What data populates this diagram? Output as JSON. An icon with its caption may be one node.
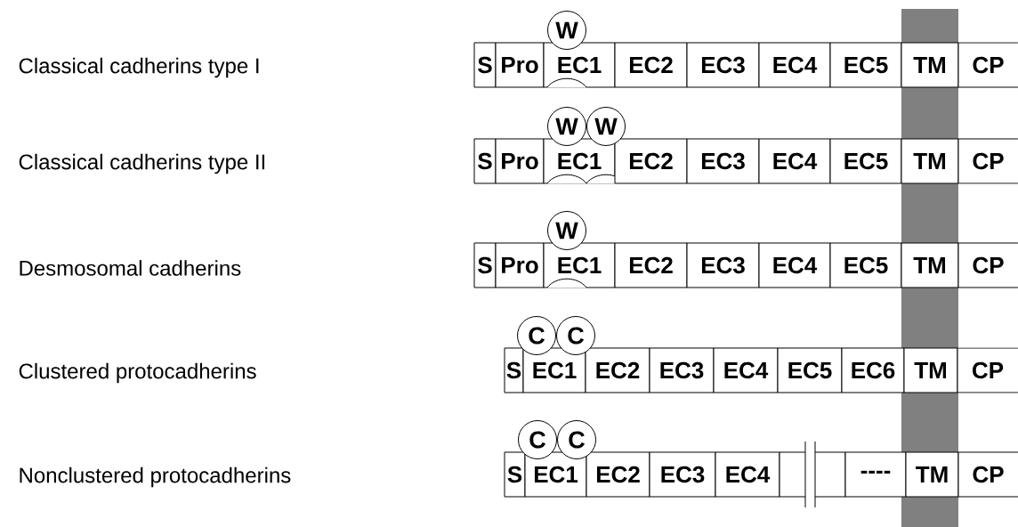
{
  "diagram": {
    "nodes": [
      {
        "text": [
          "W"
        ]
      },
      {
        "text": [
          "S"
        ]
      },
      {
        "text": [
          "Pro"
        ]
      },
      {
        "text": [
          "EC1"
        ]
      },
      {
        "text": [
          "EC2"
        ]
      },
      {
        "text": [
          "EC3"
        ]
      },
      {
        "text": [
          "EC4"
        ]
      },
      {
        "text": [
          "EC5"
        ]
      },
      {
        "text": [
          "TM"
        ]
      },
      {
        "text": [
          "CP"
        ]
      },
      {
        "text": [
          "W"
        ]
      },
      {
        "text": [
          "W"
        ]
      },
      {
        "text": [
          "S"
        ]
      },
      {
        "text": [
          "Pro"
        ]
      },
      {
        "text": [
          "EC1"
        ]
      },
      {
        "text": [
          "EC2"
        ]
      },
      {
        "text": [
          "EC3"
        ]
      },
      {
        "text": [
          "EC4"
        ]
      },
      {
        "text": [
          "EC5"
        ]
      },
      {
        "text": [
          "TM"
        ]
      },
      {
        "text": [
          "CP"
        ]
      },
      {
        "text": [
          "W"
        ]
      },
      {
        "text": [
          "S"
        ]
      },
      {
        "text": [
          "Pro"
        ]
      },
      {
        "text": [
          "EC1"
        ]
      },
      {
        "text": [
          "EC2"
        ]
      },
      {
        "text": [
          "EC3"
        ]
      },
      {
        "text": [
          "EC4"
        ]
      },
      {
        "text": [
          "EC5"
        ]
      },
      {
        "text": [
          "TM"
        ]
      },
      {
        "text": [
          "CP"
        ]
      },
      {
        "text": [
          "C"
        ]
      },
      {
        "text": [
          "C"
        ]
      },
      {
        "text": [
          "S"
        ]
      },
      {
        "text": [
          "EC1"
        ]
      },
      {
        "text": [
          "EC2"
        ]
      },
      {
        "text": [
          "EC3"
        ]
      },
      {
        "text": [
          "EC4"
        ]
      },
      {
        "text": [
          "EC5"
        ]
      },
      {
        "text": [
          "EC6"
        ]
      },
      {
        "text": [
          "TM"
        ]
      },
      {
        "text": [
          "CP"
        ]
      },
      {
        "text": [
          "C"
        ]
      },
      {
        "text": [
          "C"
        ]
      },
      {
        "text": [
          "S"
        ]
      },
      {
        "text": [
          "EC1"
        ]
      },
      {
        "text": [
          "EC2"
        ]
      },
      {
        "text": [
          "EC3"
        ]
      },
      {
        "text": [
          "EC4"
        ]
      },
      {
        "text": [],
        "shape": "box"
      },
      {
        "text": [],
        "shape": "box"
      },
      {
        "text": [
          "----"
        ]
      },
      {
        "text": [
          "TM"
        ]
      },
      {
        "text": [
          "CP"
        ]
      }
    ],
    "labels": [
      "Classical cadherins type I",
      "Classical cadherins type II",
      "Desmosomal cadherins",
      "Clustered protocadherins",
      "Nonclustered protocadherins"
    ]
  }
}
